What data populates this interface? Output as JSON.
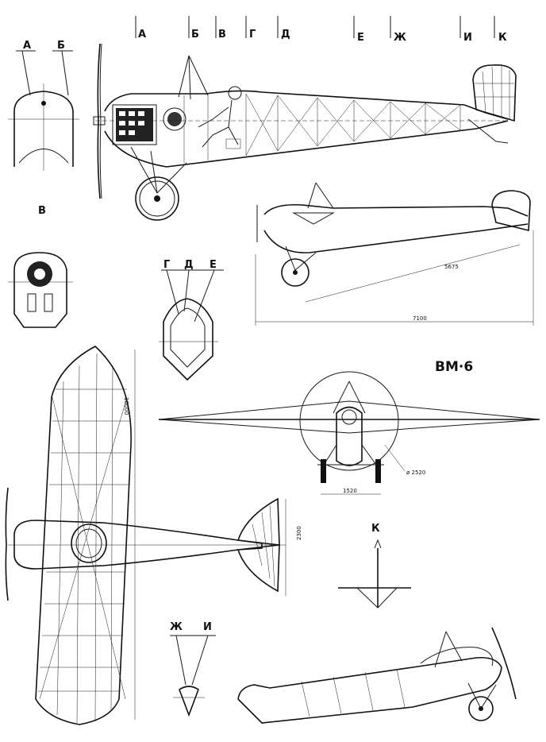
{
  "title": "BM·6",
  "section_labels_top": [
    "А",
    "Б",
    "В",
    "Г",
    "Д",
    "Е",
    "Ж",
    "И",
    "К"
  ],
  "section_AB": {
    "a": "А",
    "b": "Б"
  },
  "section_V": "В",
  "section_GDE": {
    "g": "Г",
    "d": "Д",
    "e": "Е"
  },
  "section_K": "К",
  "section_ZhI": {
    "zh": "Ж",
    "i": "И"
  },
  "dimensions": {
    "fuselage_length": "5675",
    "overall_length": "7100",
    "wingspan": "10000",
    "prop_diameter": "ø 2520",
    "track": "1520",
    "tail_span": "2300"
  }
}
